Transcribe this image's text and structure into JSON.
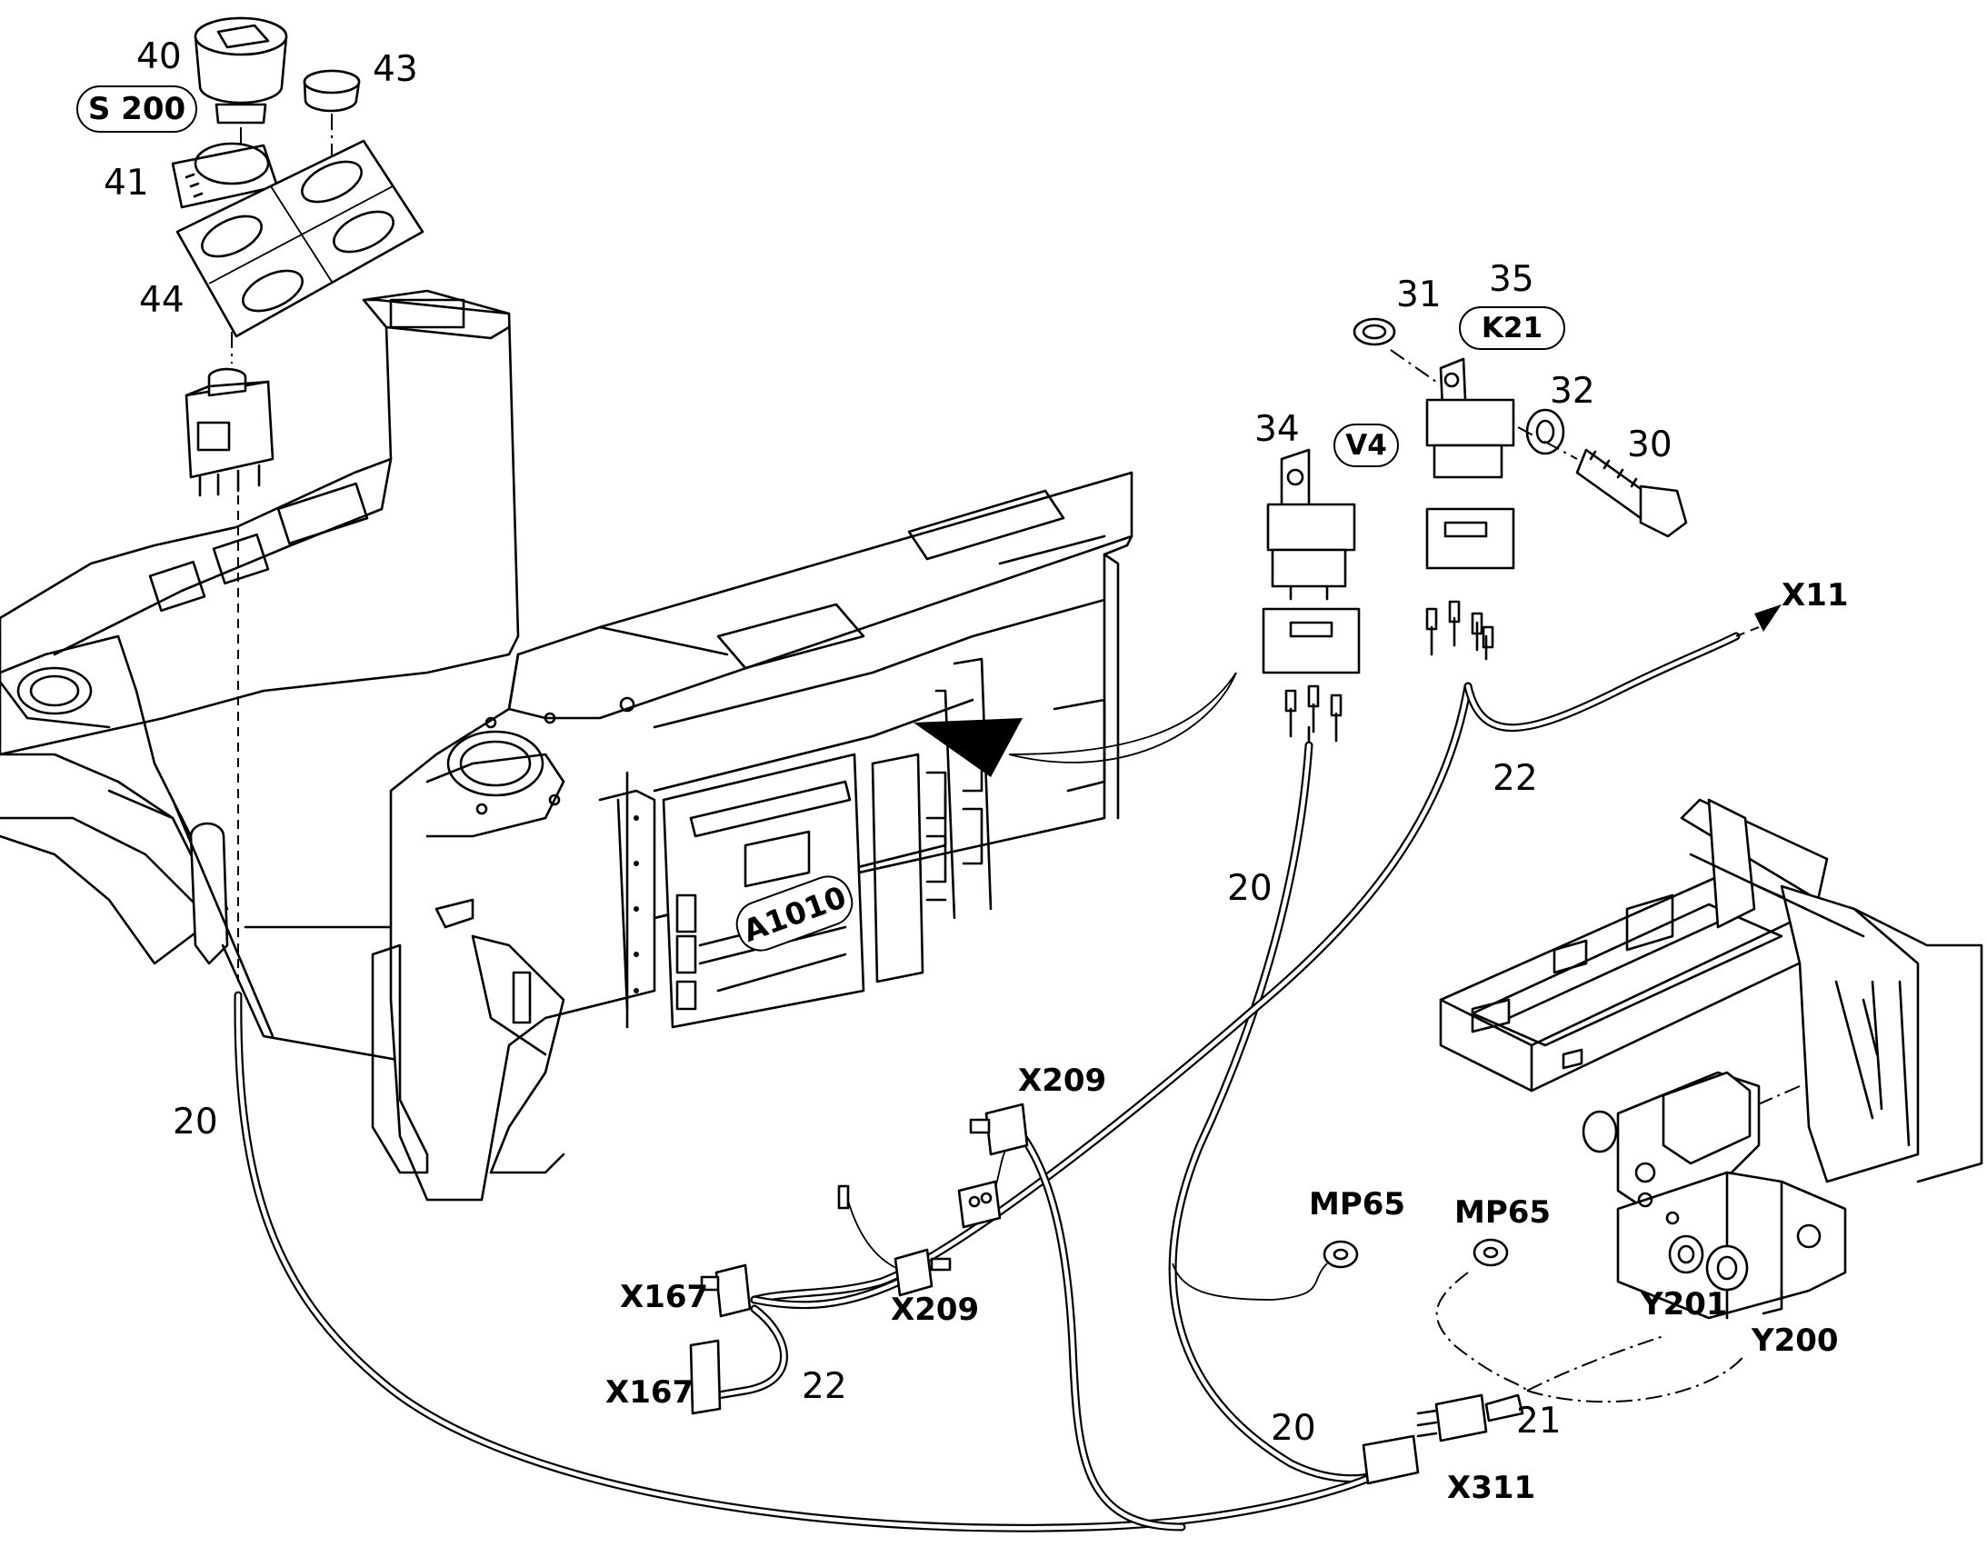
{
  "diagram": {
    "part_numbers": {
      "p40": "40",
      "p43": "43",
      "p41": "41",
      "p44": "44",
      "p31": "31",
      "p35": "35",
      "p32": "32",
      "p30": "30",
      "p34": "34",
      "p22_upper": "22",
      "p20_center": "20",
      "p20_left": "20",
      "p22_lower": "22",
      "p20_bottom": "20",
      "p21": "21"
    },
    "badges": {
      "s200": "S 200",
      "k21": "K21",
      "v4": "V4",
      "a1010": "A1010"
    },
    "connectors": {
      "x11": "X11",
      "x209_top": "X209",
      "x209_mid": "X209",
      "x167_upper": "X167",
      "x167_lower": "X167",
      "mp65_left": "MP65",
      "mp65_right": "MP65",
      "y201": "Y201",
      "y200": "Y200",
      "x311": "X311"
    }
  }
}
